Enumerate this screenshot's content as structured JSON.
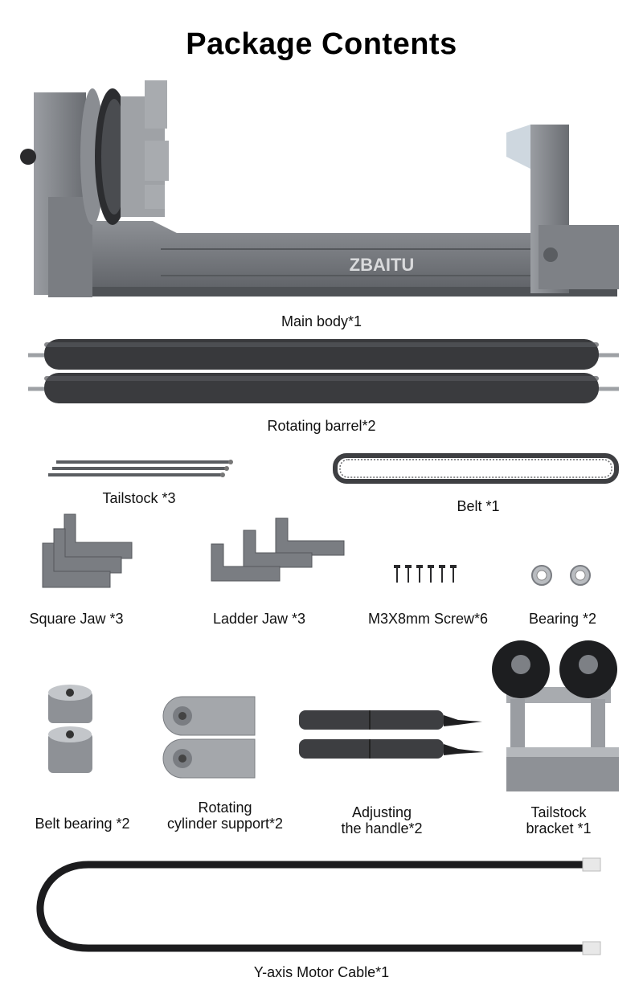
{
  "page": {
    "title": "Package Contents"
  },
  "main_body": {
    "brand": "ZBAITU",
    "label": "Main body*1"
  },
  "items": [
    {
      "id": "rotating-barrel",
      "label": "Rotating barrel*2"
    },
    {
      "id": "tailstock",
      "label": "Tailstock *3"
    },
    {
      "id": "belt",
      "label": "Belt *1"
    },
    {
      "id": "square-jaw",
      "label": "Square Jaw *3"
    },
    {
      "id": "ladder-jaw",
      "label": "Ladder Jaw *3"
    },
    {
      "id": "screw",
      "label": "M3X8mm Screw*6"
    },
    {
      "id": "bearing",
      "label": "Bearing *2"
    },
    {
      "id": "belt-bearing",
      "label": "Belt bearing *2"
    },
    {
      "id": "rotating-cylinder-support",
      "label_line1": "Rotating",
      "label_line2": "cylinder support*2"
    },
    {
      "id": "adjusting-handle",
      "label_line1": "Adjusting",
      "label_line2": "the handle*2"
    },
    {
      "id": "tailstock-bracket",
      "label_line1": "Tailstock",
      "label_line2": "bracket *1"
    },
    {
      "id": "motor-cable",
      "label": "Y-axis Motor Cable*1"
    }
  ],
  "colors": {
    "metal_dark": "#6b6e73",
    "metal_mid": "#8a8d92",
    "metal_light": "#b8bbbf",
    "rubber": "#3a3b3d",
    "black": "#1c1c1e"
  }
}
